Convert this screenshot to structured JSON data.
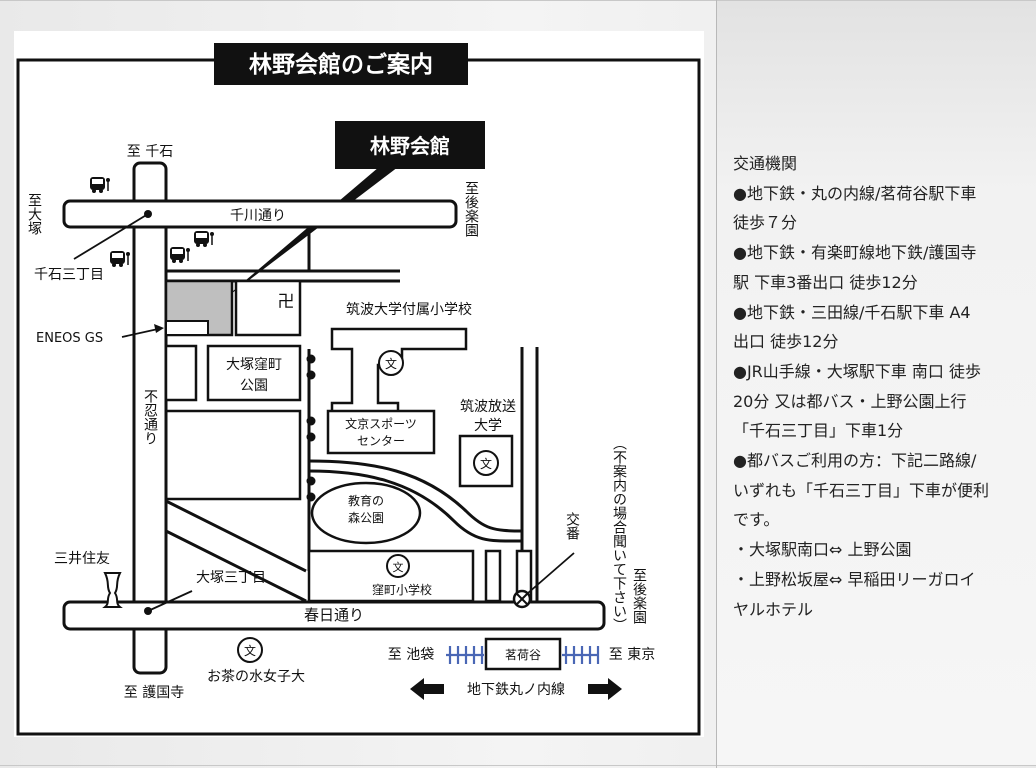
{
  "map": {
    "title": "林野会館のご案内",
    "building_label": "林野会館",
    "directions": {
      "north": "至 千石",
      "west": "至大塚",
      "northeast": "至後楽園",
      "southeast": "至後楽園",
      "south": "至 護国寺",
      "ikebukuro": "至 池袋",
      "tokyo": "至 東京"
    },
    "roads": {
      "senkawa": "千川通り",
      "shinobazu": "不忍通り",
      "kasuga": "春日通り"
    },
    "places": {
      "sengoku_3chome": "千石三丁目",
      "eneos": "ENEOS GS",
      "manji": "卍",
      "tsukuba_elementary": "筑波大学付属小学校",
      "otsuka_kubomachi_park": [
        "大塚窪町",
        "公園"
      ],
      "bunkyo_sports_center": [
        "文京スポーツ",
        "センター"
      ],
      "tsukuba_broadcast_univ": [
        "筑波放送",
        "大学"
      ],
      "kyoiku_no_mori_park": [
        "教育の",
        "森公園"
      ],
      "kubomachi_elementary": "窪町小学校",
      "mitsui_sumitomo": "三井住友",
      "otsuka_3chome": "大塚三丁目",
      "ochanomizu_univ": "お茶の水女子大",
      "koban": "交番",
      "koban_note": "（不案内の場合聞いて下さい）",
      "myogadani": "茗荷谷",
      "marunouchi_line": "地下鉄丸ノ内線",
      "school_symbol": "文"
    }
  },
  "access": {
    "heading": "交通機関",
    "lines": [
      "●地下鉄・丸の内線/茗荷谷駅下車",
      "徒歩７分",
      "●地下鉄・有楽町線地下鉄/護国寺",
      "駅 下車3番出口 徒歩12分",
      "●地下鉄・三田線/千石駅下車 A4",
      "出口 徒歩12分",
      "●JR山手線・大塚駅下車 南口 徒歩",
      "20分 又は都バス・上野公園上行",
      "「千石三丁目」下車1分",
      "●都バスご利用の方：下記二路線/",
      "いずれも「千石三丁目」下車が便利",
      "です。",
      "・大塚駅南口⇔ 上野公園",
      "・上野松坂屋⇔ 早稲田リーガロイ",
      "ヤルホテル"
    ]
  }
}
